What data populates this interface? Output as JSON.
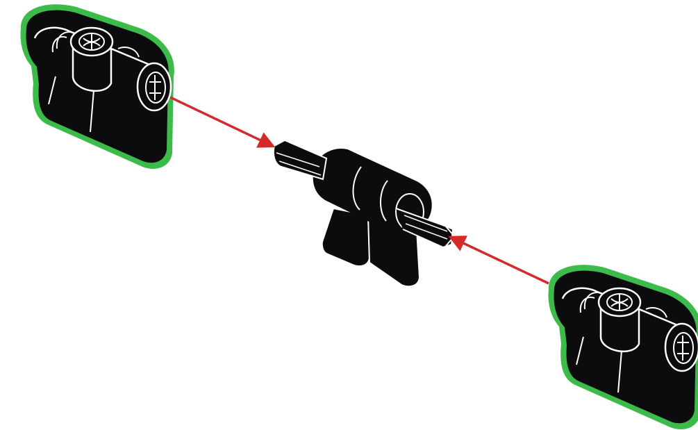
{
  "colors": {
    "background": "#ffffff",
    "part_fill": "#0c0c0e",
    "part_line": "#ffffff",
    "highlight": "#3dbb4a",
    "arrow": "#d42a2a"
  },
  "parts": [
    {
      "id": "part-left",
      "kind": "axle-connector-with-plate",
      "highlighted": true
    },
    {
      "id": "part-center",
      "kind": "axle-assembly",
      "highlighted": false
    },
    {
      "id": "part-right",
      "kind": "axle-connector-with-plate",
      "highlighted": true
    }
  ],
  "arrows": [
    {
      "from": "part-left",
      "to": "part-center",
      "direction": "down-right"
    },
    {
      "from": "part-right",
      "to": "part-center",
      "direction": "up-left"
    }
  ]
}
